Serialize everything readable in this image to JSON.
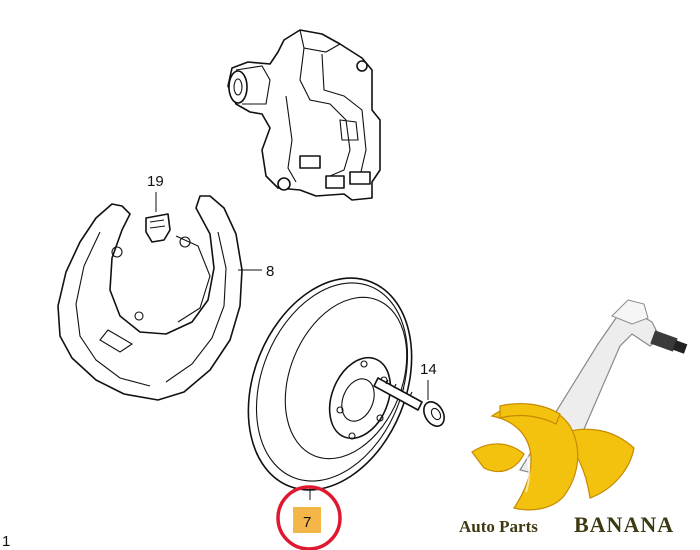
{
  "callouts": {
    "c19": "19",
    "c8": "8",
    "c14": "14",
    "c7": "7",
    "c1": "1"
  },
  "highlight": {
    "label_fill": "#f5b649",
    "ring_color": "#e0182f"
  },
  "logo": {
    "line1": "Auto Parts",
    "line2": "BANANA",
    "banana_yellow": "#f2c20f",
    "banana_dark": "#c88a00"
  }
}
